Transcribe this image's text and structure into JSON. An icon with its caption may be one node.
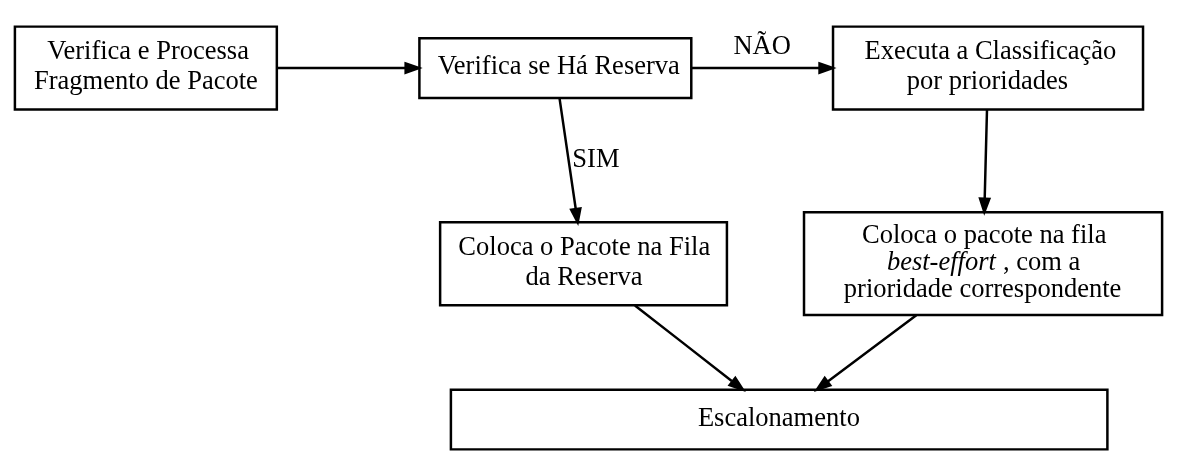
{
  "diagram": {
    "nodes": [
      {
        "text": [
          "Verifica e Processa Fragmento de Pacote"
        ]
      },
      {
        "text": [
          "Verifica se Há Reserva"
        ]
      },
      {
        "text": [
          "Executa a Classificação por prioridades"
        ]
      },
      {
        "text": [
          "Coloca o Pacote na Fila da Reserva"
        ]
      },
      {
        "text": [
          "Coloca o pacote na fila *best-effort*, com a prioridade correspondente"
        ]
      },
      {
        "text": [
          "Escalonamento"
        ]
      }
    ],
    "edges": [
      {
        "from": 0,
        "to": 1,
        "arrow": "to"
      },
      {
        "from": 1,
        "to": 2,
        "arrow": "to",
        "label": "NÃO"
      },
      {
        "from": 1,
        "to": 3,
        "arrow": "to",
        "label": "SIM"
      },
      {
        "from": 2,
        "to": 4,
        "arrow": "to"
      },
      {
        "from": 3,
        "to": 5,
        "arrow": "to"
      },
      {
        "from": 4,
        "to": 5,
        "arrow": "to"
      }
    ]
  }
}
